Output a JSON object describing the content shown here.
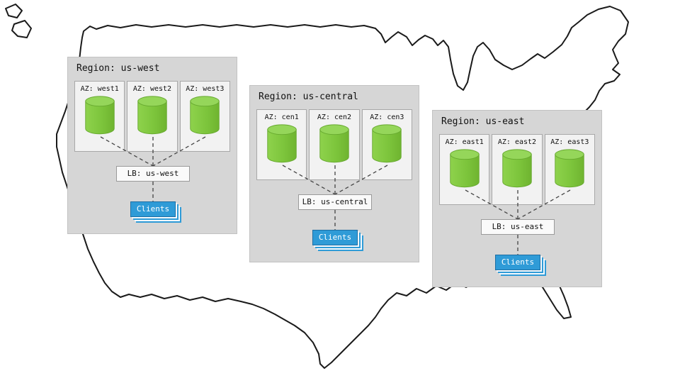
{
  "regions": [
    {
      "title": "Region: us-west",
      "azs": [
        {
          "label": "AZ: west1"
        },
        {
          "label": "AZ: west2"
        },
        {
          "label": "AZ: west3"
        }
      ],
      "lb": "LB: us-west",
      "clients": "Clients"
    },
    {
      "title": "Region: us-central",
      "azs": [
        {
          "label": "AZ: cen1"
        },
        {
          "label": "AZ: cen2"
        },
        {
          "label": "AZ: cen3"
        }
      ],
      "lb": "LB: us-central",
      "clients": "Clients"
    },
    {
      "title": "Region: us-east",
      "azs": [
        {
          "label": "AZ: east1"
        },
        {
          "label": "AZ: east2"
        },
        {
          "label": "AZ: east3"
        }
      ],
      "lb": "LB: us-east",
      "clients": "Clients"
    }
  ],
  "icons": {
    "database_cylinder": "database-cylinder-icon",
    "map_outline": "us-map-outline"
  },
  "colors": {
    "region_bg": "#d6d6d6",
    "az_bg": "#f2f2f2",
    "cylinder_green": "#7dc53c",
    "cylinder_top_green": "#95d65a",
    "clients_blue": "#2f9bd7",
    "outline_black": "#1a1a1a"
  }
}
